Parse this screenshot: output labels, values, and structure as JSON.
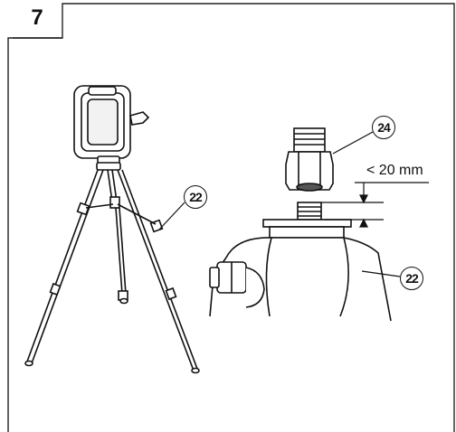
{
  "step": {
    "number": "7"
  },
  "callouts": {
    "tripod": "22",
    "adapter": "24",
    "mount": "22"
  },
  "dimension": {
    "label": "< 20 mm"
  },
  "icons": {
    "laser_level": "laser-level-icon",
    "tripod": "tripod-icon",
    "adapter": "thread-adapter-icon",
    "mount": "tripod-head-icon"
  }
}
